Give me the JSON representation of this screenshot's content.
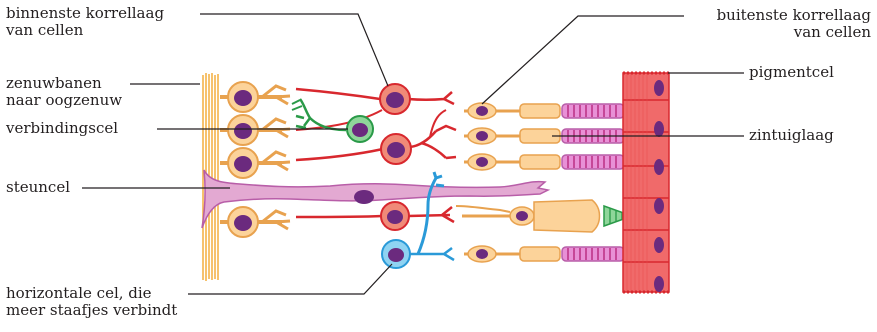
{
  "labels": {
    "inner_nuclear_layer": [
      "binnenste korrellaag",
      "van cellen"
    ],
    "nerve_fibers": [
      "zenuwbanen",
      "naar oogzenuw"
    ],
    "connecting_cell": [
      "verbindingscel"
    ],
    "support_cell": [
      "steuncel"
    ],
    "horizontal_cell": [
      "horizontale cel, die",
      "meer staafjes verbindt"
    ],
    "outer_nuclear_layer": [
      "buitenste korrellaag",
      "van cellen"
    ],
    "pigment_cell": [
      "pigmentcel"
    ],
    "sensory_layer": [
      "zintuiglaag"
    ]
  },
  "colors": {
    "ganglion_body": "#fcd39a",
    "ganglion_outline": "#e8a24f",
    "nucleus": "#6b2a7e",
    "bipolar_body": "#f08a78",
    "bipolar_outline": "#d8282e",
    "connecting_cell": "#8fd69a",
    "connecting_outline": "#2a9a48",
    "support_cell": "#e3a9d2",
    "support_outline": "#b85ea8",
    "horizontal_cell": "#8fd3f2",
    "horizontal_outline": "#2a9ad8",
    "pigment_cell": "#f06a6a",
    "pigment_outline": "#d8282e",
    "nerve_fiber": "#f4b24a",
    "rod_outer_segment": "#e890d6",
    "cone_outer_segment": "#8fd69a",
    "leader_line": "#231f20"
  }
}
